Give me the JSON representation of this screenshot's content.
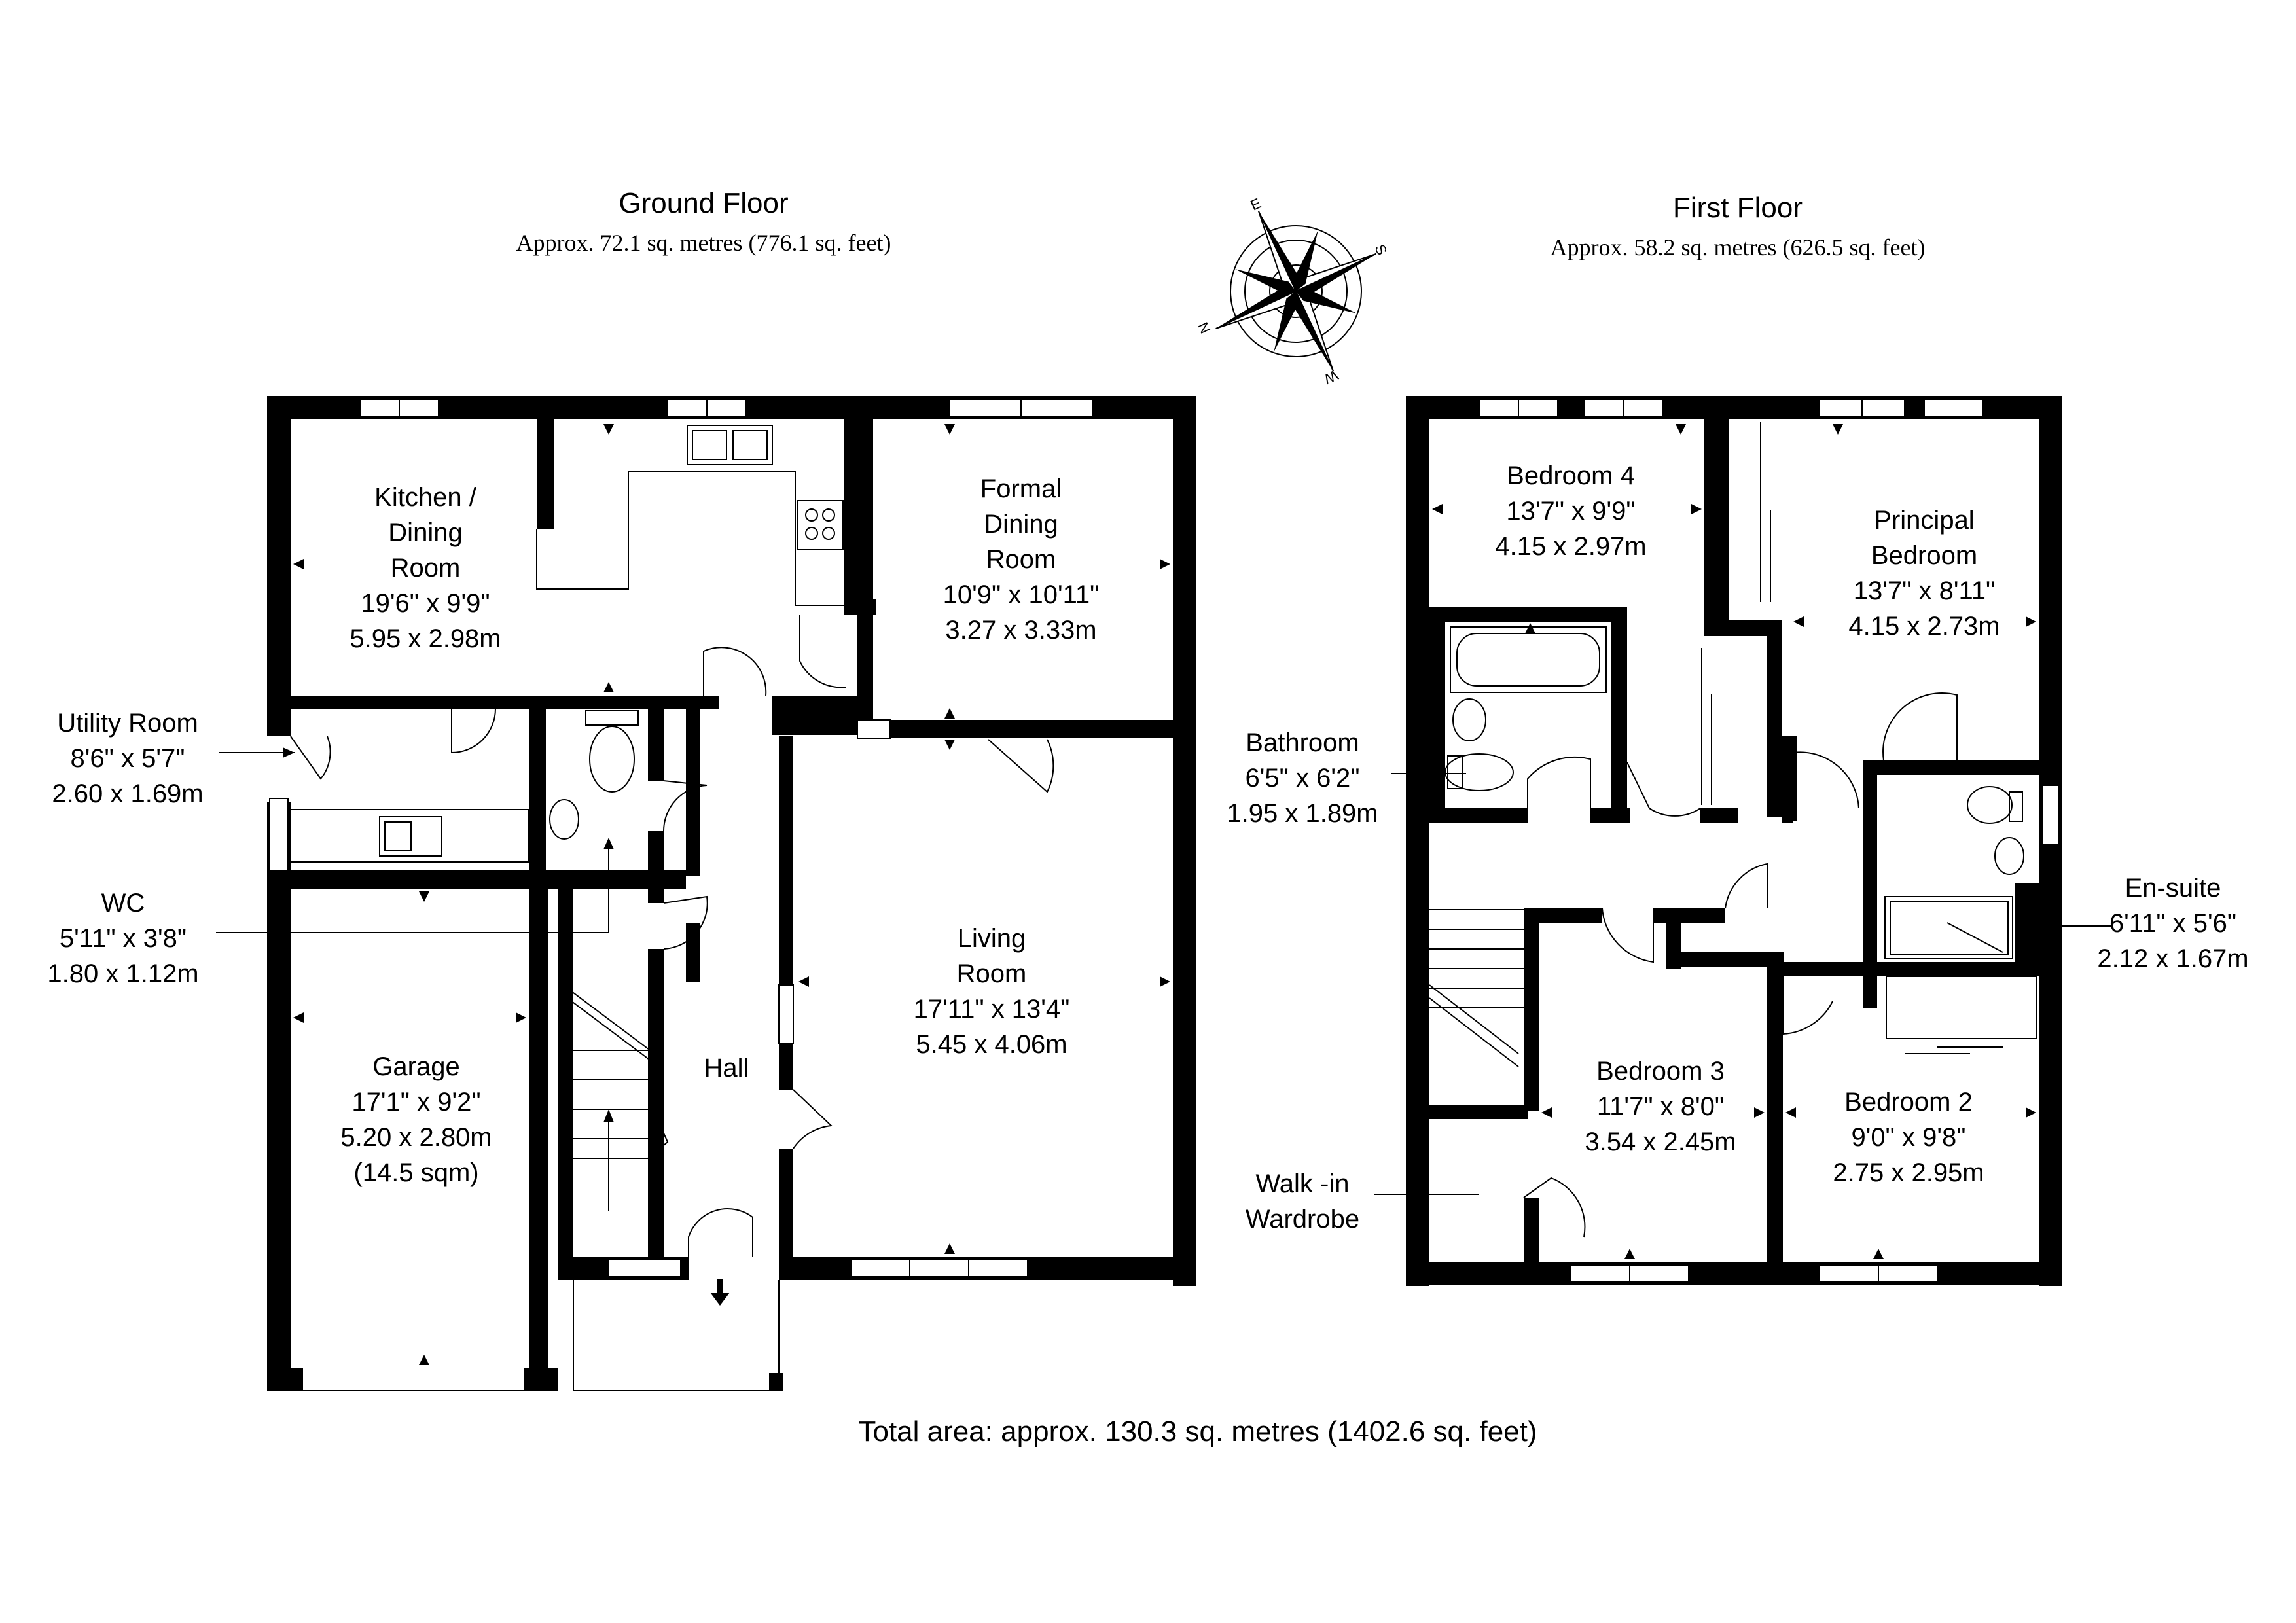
{
  "ground_floor": {
    "title": "Ground Floor",
    "area": "Approx. 72.1 sq. metres (776.1 sq. feet)",
    "rooms": {
      "kitchen": [
        "Kitchen /",
        "Dining",
        "Room",
        "19'6\" x 9'9\"",
        "5.95 x 2.98m"
      ],
      "formal_dining": [
        "Formal",
        "Dining",
        "Room",
        "10'9\" x 10'11\"",
        "3.27 x 3.33m"
      ],
      "living": [
        "Living",
        "Room",
        "17'11\" x 13'4\"",
        "5.45 x 4.06m"
      ],
      "garage": [
        "Garage",
        "17'1\" x 9'2\"",
        "5.20 x 2.80m",
        "(14.5 sqm)"
      ],
      "hall": [
        "Hall"
      ]
    },
    "callouts": {
      "utility": [
        "Utility Room",
        "8'6\" x 5'7\"",
        "2.60 x 1.69m"
      ],
      "wc": [
        "WC",
        "5'11\" x 3'8\"",
        "1.80 x 1.12m"
      ]
    }
  },
  "first_floor": {
    "title": "First Floor",
    "area": "Approx. 58.2 sq. metres (626.5 sq. feet)",
    "rooms": {
      "bedroom4": [
        "Bedroom 4",
        "13'7\" x 9'9\"",
        "4.15 x 2.97m"
      ],
      "principal": [
        "Principal",
        "Bedroom",
        "13'7\" x 8'11\"",
        "4.15 x 2.73m"
      ],
      "bedroom3": [
        "Bedroom 3",
        "11'7\" x 8'0\"",
        "3.54 x 2.45m"
      ],
      "bedroom2": [
        "Bedroom 2",
        "9'0\" x 9'8\"",
        "2.75 x 2.95m"
      ]
    },
    "callouts": {
      "bathroom": [
        "Bathroom",
        "6'5\" x 6'2\"",
        "1.95 x 1.89m"
      ],
      "ensuite": [
        "En-suite",
        "6'11\" x 5'6\"",
        "2.12 x 1.67m"
      ],
      "walkin": [
        "Walk -in",
        "Wardrobe"
      ]
    }
  },
  "total_area": "Total area: approx. 130.3 sq. metres (1402.6 sq. feet)",
  "compass": {
    "labels": [
      "E",
      "S",
      "W",
      "N"
    ]
  }
}
